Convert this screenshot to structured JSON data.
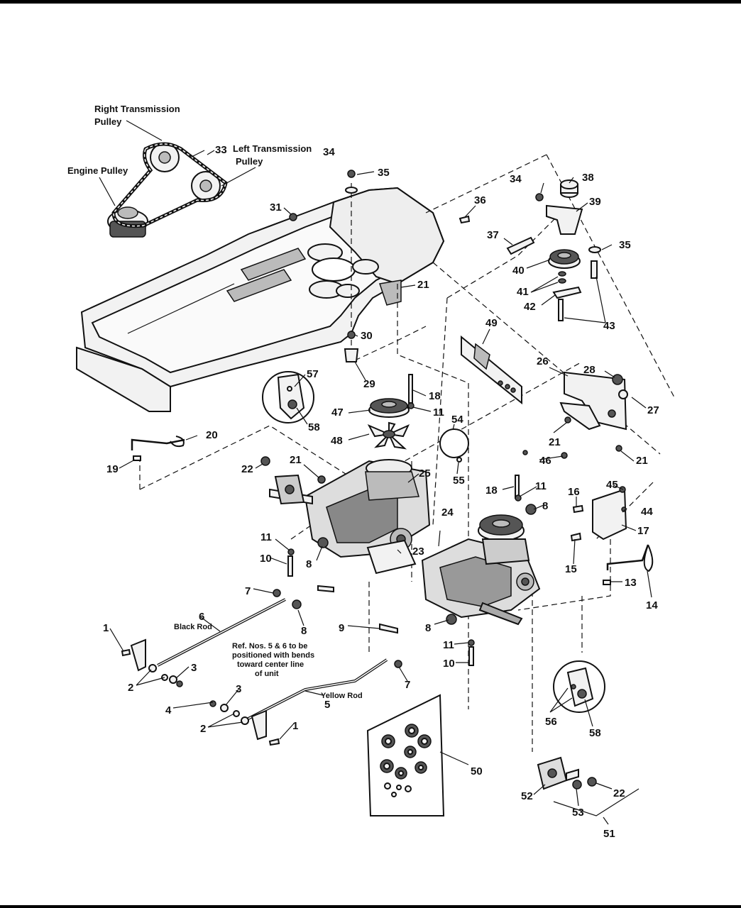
{
  "labels": {
    "right_transmission_pulley": [
      "Right Transmission",
      "Pulley"
    ],
    "left_transmission_pulley": [
      "Left Transmission",
      "Pulley"
    ],
    "engine_pulley": "Engine Pulley",
    "black_rod": "Black Rod",
    "yellow_rod": "Yellow Rod",
    "rod_note": [
      "Ref. Nos. 5 & 6 to be",
      "positioned with bends",
      "toward center line",
      "of unit"
    ]
  },
  "callouts": [
    "33",
    "34",
    "35",
    "31",
    "36",
    "34",
    "38",
    "39",
    "35",
    "37",
    "40",
    "41",
    "42",
    "43",
    "21",
    "30",
    "29",
    "49",
    "26",
    "28",
    "27",
    "57",
    "58",
    "18",
    "11",
    "47",
    "48",
    "54",
    "55",
    "21",
    "46",
    "21",
    "20",
    "19",
    "22",
    "21",
    "25",
    "18",
    "11",
    "45",
    "16",
    "44",
    "17",
    "8",
    "24",
    "23",
    "11",
    "10",
    "8",
    "15",
    "13",
    "14",
    "7",
    "6",
    "8",
    "9",
    "8",
    "11",
    "10",
    "1",
    "2",
    "3",
    "4",
    "3",
    "7",
    "5",
    "2",
    "1",
    "56",
    "58",
    "50",
    "52",
    "22",
    "53",
    "51"
  ]
}
